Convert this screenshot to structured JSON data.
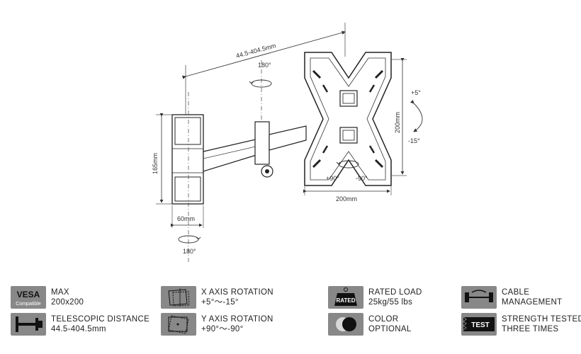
{
  "diagram": {
    "telescopic_dim": "44.5-404.5mm",
    "swivel_top": "180°",
    "swivel_bottom": "180°",
    "tilt_up": "+5°",
    "tilt_down": "-15°",
    "height_right": "200mm",
    "width_bottom": "200mm",
    "rotate_left": "+90°",
    "rotate_right": "-90°",
    "height_left": "165mm",
    "plate_width": "60mm"
  },
  "features": {
    "vesa": {
      "icon": "vesa-badge-icon",
      "badge_main": "VESA",
      "badge_sub": "Compatible",
      "line1": "MAX",
      "line2": "200x200"
    },
    "telescopic": {
      "icon": "telescopic-icon",
      "line1": "TELESCOPIC DISTANCE",
      "line2": "44.5-404.5mm"
    },
    "x_axis": {
      "icon": "x-axis-rotation-icon",
      "line1": "X AXIS ROTATION",
      "line2": "+5°～-15°"
    },
    "y_axis": {
      "icon": "y-axis-rotation-icon",
      "line1": "Y AXIS ROTATION",
      "line2": "+90°～-90°"
    },
    "rated": {
      "icon": "rated-load-icon",
      "badge": "RATED",
      "line1": "RATED LOAD",
      "line2": "25kg/55 lbs"
    },
    "color": {
      "icon": "color-swatch-icon",
      "line1": "COLOR",
      "line2": "OPTIONAL"
    },
    "cable": {
      "icon": "cable-clip-icon",
      "line1": "CABLE",
      "line2": "MANAGEMENT"
    },
    "strength": {
      "icon": "test-badge-icon",
      "badge": "TEST",
      "line1": "STRENGTH TESTED",
      "line2": "THREE TIMES"
    }
  }
}
